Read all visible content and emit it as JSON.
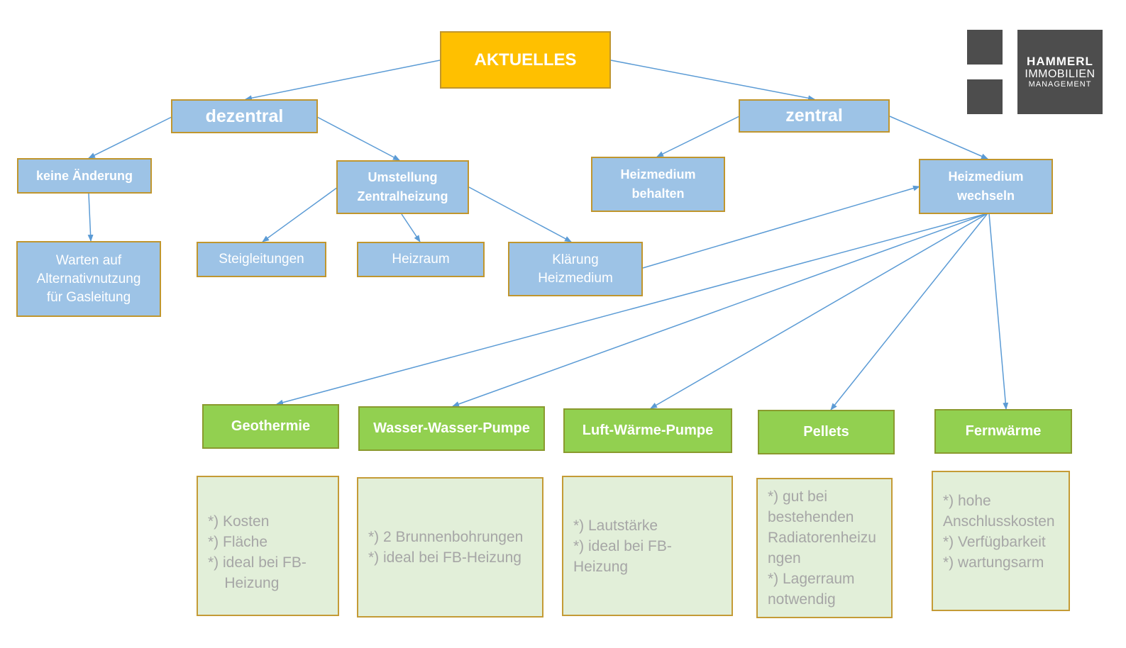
{
  "root": {
    "label": "AKTUELLES"
  },
  "dezentral": {
    "label": "dezentral",
    "keine_aenderung": "keine Änderung",
    "warten_lines": [
      "Warten auf",
      "Alternativnutzung",
      "für Gasleitung"
    ],
    "umstellung_lines": [
      "Umstellung",
      "Zentralheizung"
    ],
    "steigleitungen": "Steigleitungen",
    "heizraum": "Heizraum",
    "klaerung_lines": [
      "Klärung",
      "Heizmedium"
    ]
  },
  "zentral": {
    "label": "zentral",
    "behalten_lines": [
      "Heizmedium",
      "behalten"
    ],
    "wechseln_lines": [
      "Heizmedium",
      "wechseln"
    ]
  },
  "options": [
    {
      "label": "Geothermie",
      "notes": [
        "*) Kosten",
        "*) Fläche",
        "*) ideal bei FB-",
        "    Heizung"
      ]
    },
    {
      "label": "Wasser-Wasser-Pumpe",
      "notes": [
        "*) 2 Brunnenbohrungen",
        "*) ideal bei FB-Heizung"
      ]
    },
    {
      "label": "Luft-Wärme-Pumpe",
      "notes": [
        "*) Lautstärke",
        "*) ideal bei FB-",
        "Heizung"
      ]
    },
    {
      "label": "Pellets",
      "notes": [
        "*) gut bei",
        "bestehenden",
        "Radiatorenheizu",
        "ngen",
        "*) Lagerraum",
        "notwendig"
      ]
    },
    {
      "label": "Fernwärme",
      "notes": [
        "*) hohe",
        "Anschlusskosten",
        "*) Verfügbarkeit",
        "*) wartungsarm"
      ]
    }
  ],
  "logo": {
    "line1": "HAMMERL",
    "line2": "IMMOBILIEN",
    "line3": "MANAGEMENT"
  },
  "colors": {
    "root_fill": "#ffc000",
    "node_fill": "#9dc3e6",
    "option_fill": "#92d050",
    "note_fill": "#e2efd9",
    "edge": "#5b9bd5",
    "logo": "#4d4d4d"
  }
}
